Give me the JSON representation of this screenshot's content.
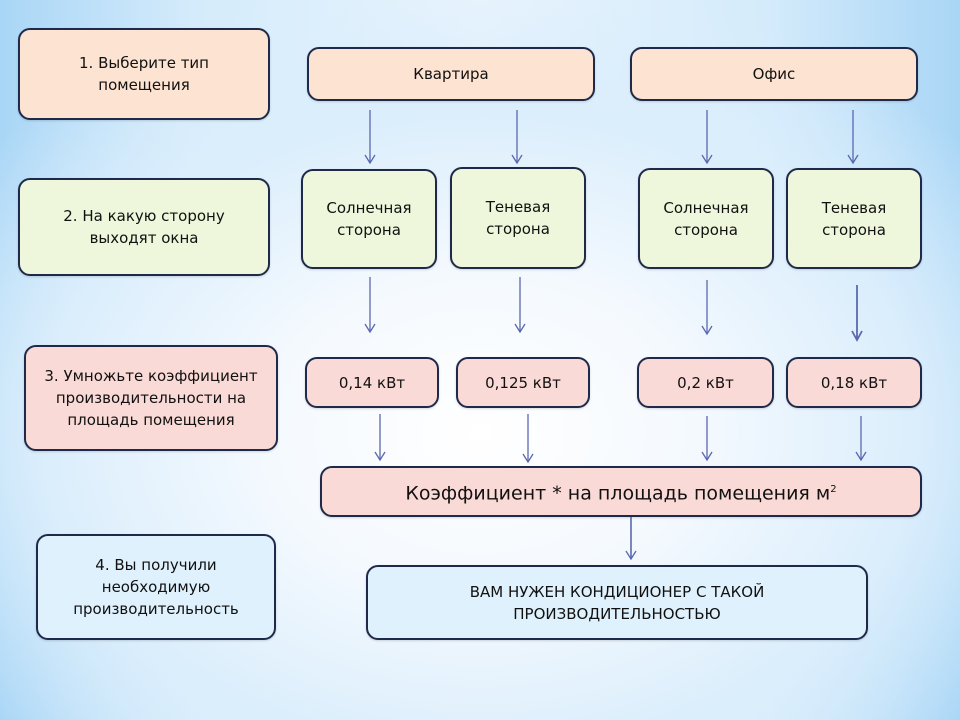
{
  "steps": [
    {
      "label": "1. Выберите тип помещения"
    },
    {
      "label": "2. На какую сторону выходят окна"
    },
    {
      "label": "3. Умножьте коэффициент производительности на площадь помещения"
    },
    {
      "label": "4. Вы получили необходимую производительность"
    }
  ],
  "room_types": [
    {
      "label": "Квартира"
    },
    {
      "label": "Офис"
    }
  ],
  "sides": [
    {
      "line1": "Солнечная",
      "line2": "сторона"
    },
    {
      "line1": "Теневая",
      "line2": "сторона"
    },
    {
      "line1": "Солнечная",
      "line2": "сторона"
    },
    {
      "line1": "Теневая",
      "line2": "сторона"
    }
  ],
  "coefficients": [
    {
      "label": "0,14 кВт"
    },
    {
      "label": "0,125 кВт"
    },
    {
      "label": "0,2 кВт"
    },
    {
      "label": "0,18 кВт"
    }
  ],
  "formula": {
    "label": "Коэффициент * на площадь помещения м",
    "superscript": "2"
  },
  "result": {
    "line1": "ВАМ НУЖЕН КОНДИЦИОНЕР С ТАКОЙ",
    "line2": "ПРОИЗВОДИТЕЛЬНОСТЬЮ"
  },
  "colors": {
    "peach": "#fde3d2",
    "green": "#eef7dc",
    "pink": "#fadad6",
    "blue": "#dff1fc",
    "border": "#1f2a4a",
    "arrow": "#5a68b0"
  }
}
